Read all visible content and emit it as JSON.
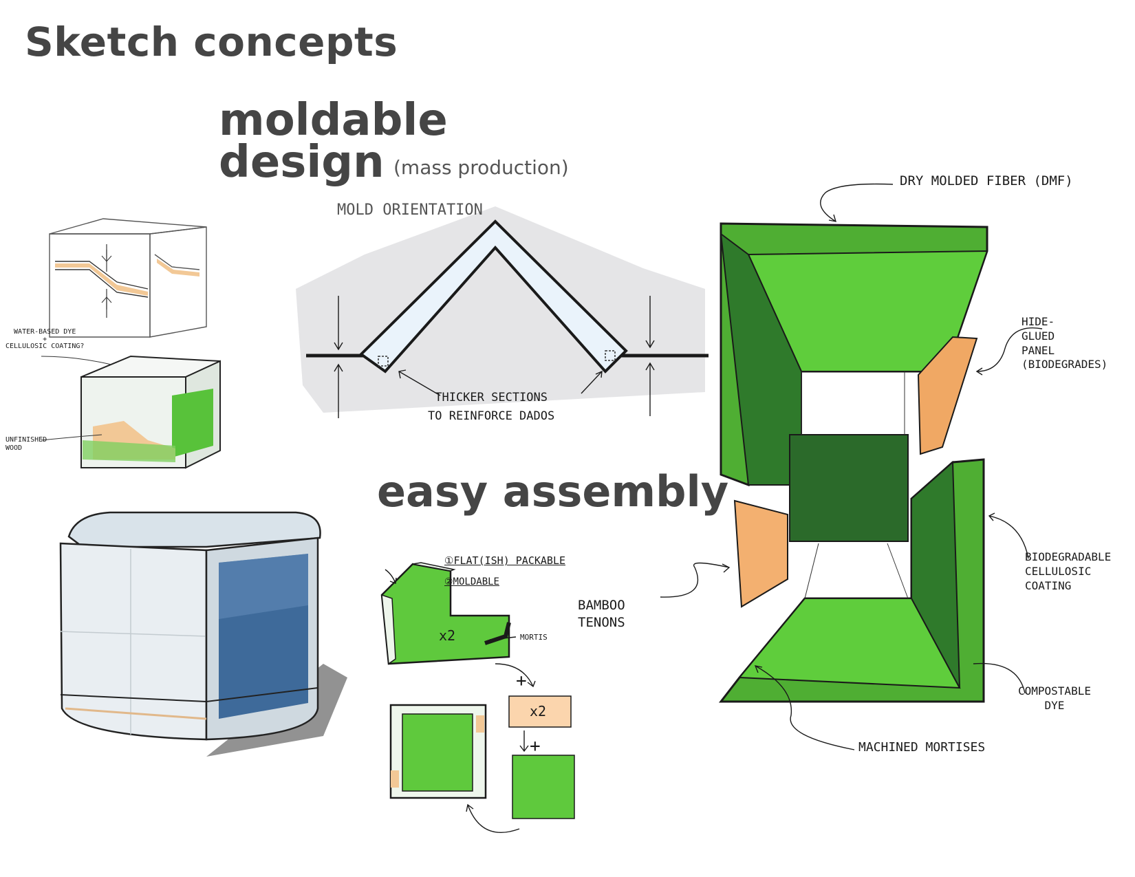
{
  "title": "Sketch concepts",
  "moldable_section": {
    "heading_line1": "moldable",
    "heading_line2": "design",
    "subheading": "(mass production)",
    "mold_label": "MOLD ORIENTATION",
    "thicker_label": "THICKER SECTIONS\nTO REINFORCE DADOS"
  },
  "left_sketch": {
    "dye_label": "WATER-BASED DYE\n+\nCELLULOSIC COATING?",
    "wood_label": "UNFINISHED\nWOOD"
  },
  "assembly_section": {
    "heading": "easy assembly",
    "notes": [
      "①FLAT(ISH) PACKABLE",
      "②MOLDABLE"
    ],
    "mortis_label": "MORTIS",
    "x2_panel": "x2",
    "x2_tenon": "x2",
    "plus_1": "+",
    "plus_2": "+"
  },
  "exploded_view": {
    "dmf_label": "DRY MOLDED FIBER (DMF)",
    "hide_glued_label": "HIDE-\nGLUED\nPANEL\n(BIODEGRADES)",
    "coating_label": "BIODEGRADABLE\nCELLULOSIC\nCOATING",
    "bamboo_label": "BAMBOO\nTENONS",
    "dye_label": "COMPOSTABLE\nDYE",
    "mortises_label": "MACHINED MORTISES"
  },
  "colors": {
    "heading_gray": "#454545",
    "marker_green": "#58c23a",
    "dark_green": "#2d6e2a",
    "wood_tan": "#f2b27a",
    "ink": "#1a1a1a"
  }
}
